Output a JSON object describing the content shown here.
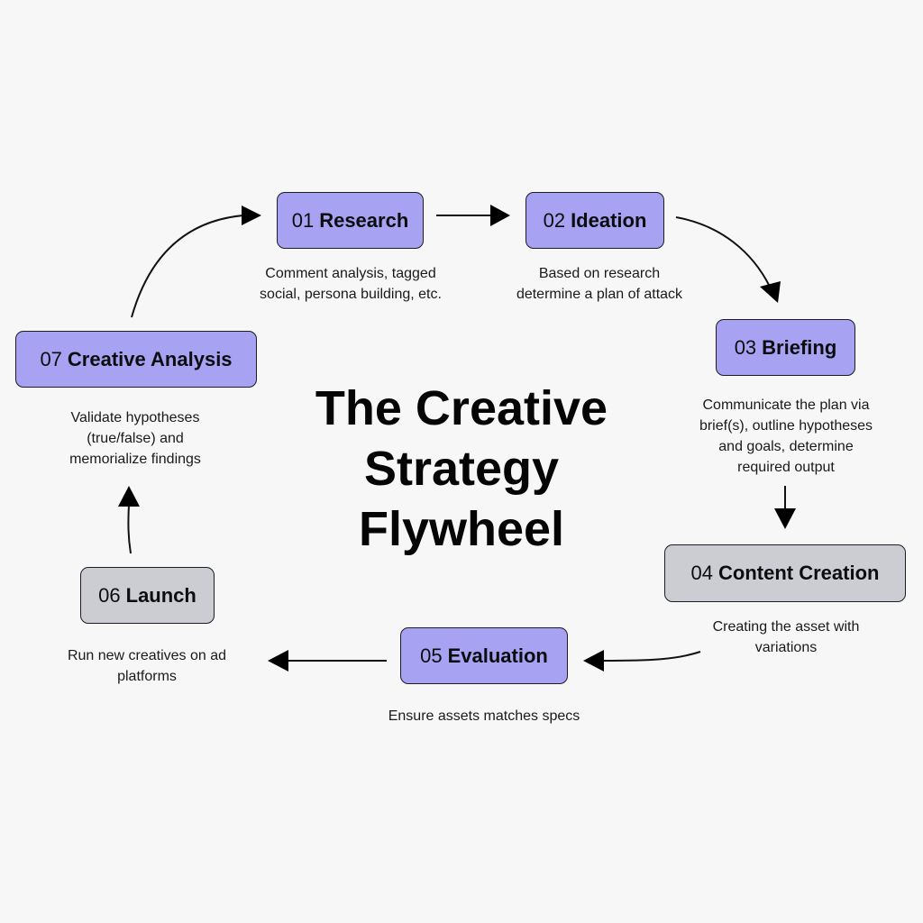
{
  "diagram": {
    "title": "The Creative\nStrategy\nFlywheel",
    "colors": {
      "background": "#f7f7f7",
      "active_step": "#a7a2f2",
      "inactive_step": "#ccccd3",
      "border": "#1c1c22",
      "arrow": "#111111"
    },
    "steps": [
      {
        "number": "01",
        "name": "Research",
        "style": "purple",
        "description": "Comment analysis, tagged\nsocial, persona building, etc."
      },
      {
        "number": "02",
        "name": "Ideation",
        "style": "purple",
        "description": "Based on research\ndetermine a plan of attack"
      },
      {
        "number": "03",
        "name": "Briefing",
        "style": "purple",
        "description": "Communicate the plan via\nbrief(s), outline hypotheses\nand goals, determine\nrequired output"
      },
      {
        "number": "04",
        "name": "Content Creation",
        "style": "gray",
        "description": "Creating the asset with\nvariations"
      },
      {
        "number": "05",
        "name": "Evaluation",
        "style": "purple",
        "description": "Ensure assets matches specs"
      },
      {
        "number": "06",
        "name": "Launch",
        "style": "gray",
        "description": "Run new creatives on ad\nplatforms"
      },
      {
        "number": "07",
        "name": "Creative Analysis",
        "style": "purple",
        "description": "Validate hypotheses\n(true/false) and\nmemorialize findings"
      }
    ],
    "connections": [
      {
        "from": "07",
        "to": "01"
      },
      {
        "from": "01",
        "to": "02"
      },
      {
        "from": "02",
        "to": "03"
      },
      {
        "from": "03",
        "to": "04"
      },
      {
        "from": "04",
        "to": "05"
      },
      {
        "from": "05",
        "to": "06"
      },
      {
        "from": "06",
        "to": "07"
      }
    ]
  }
}
